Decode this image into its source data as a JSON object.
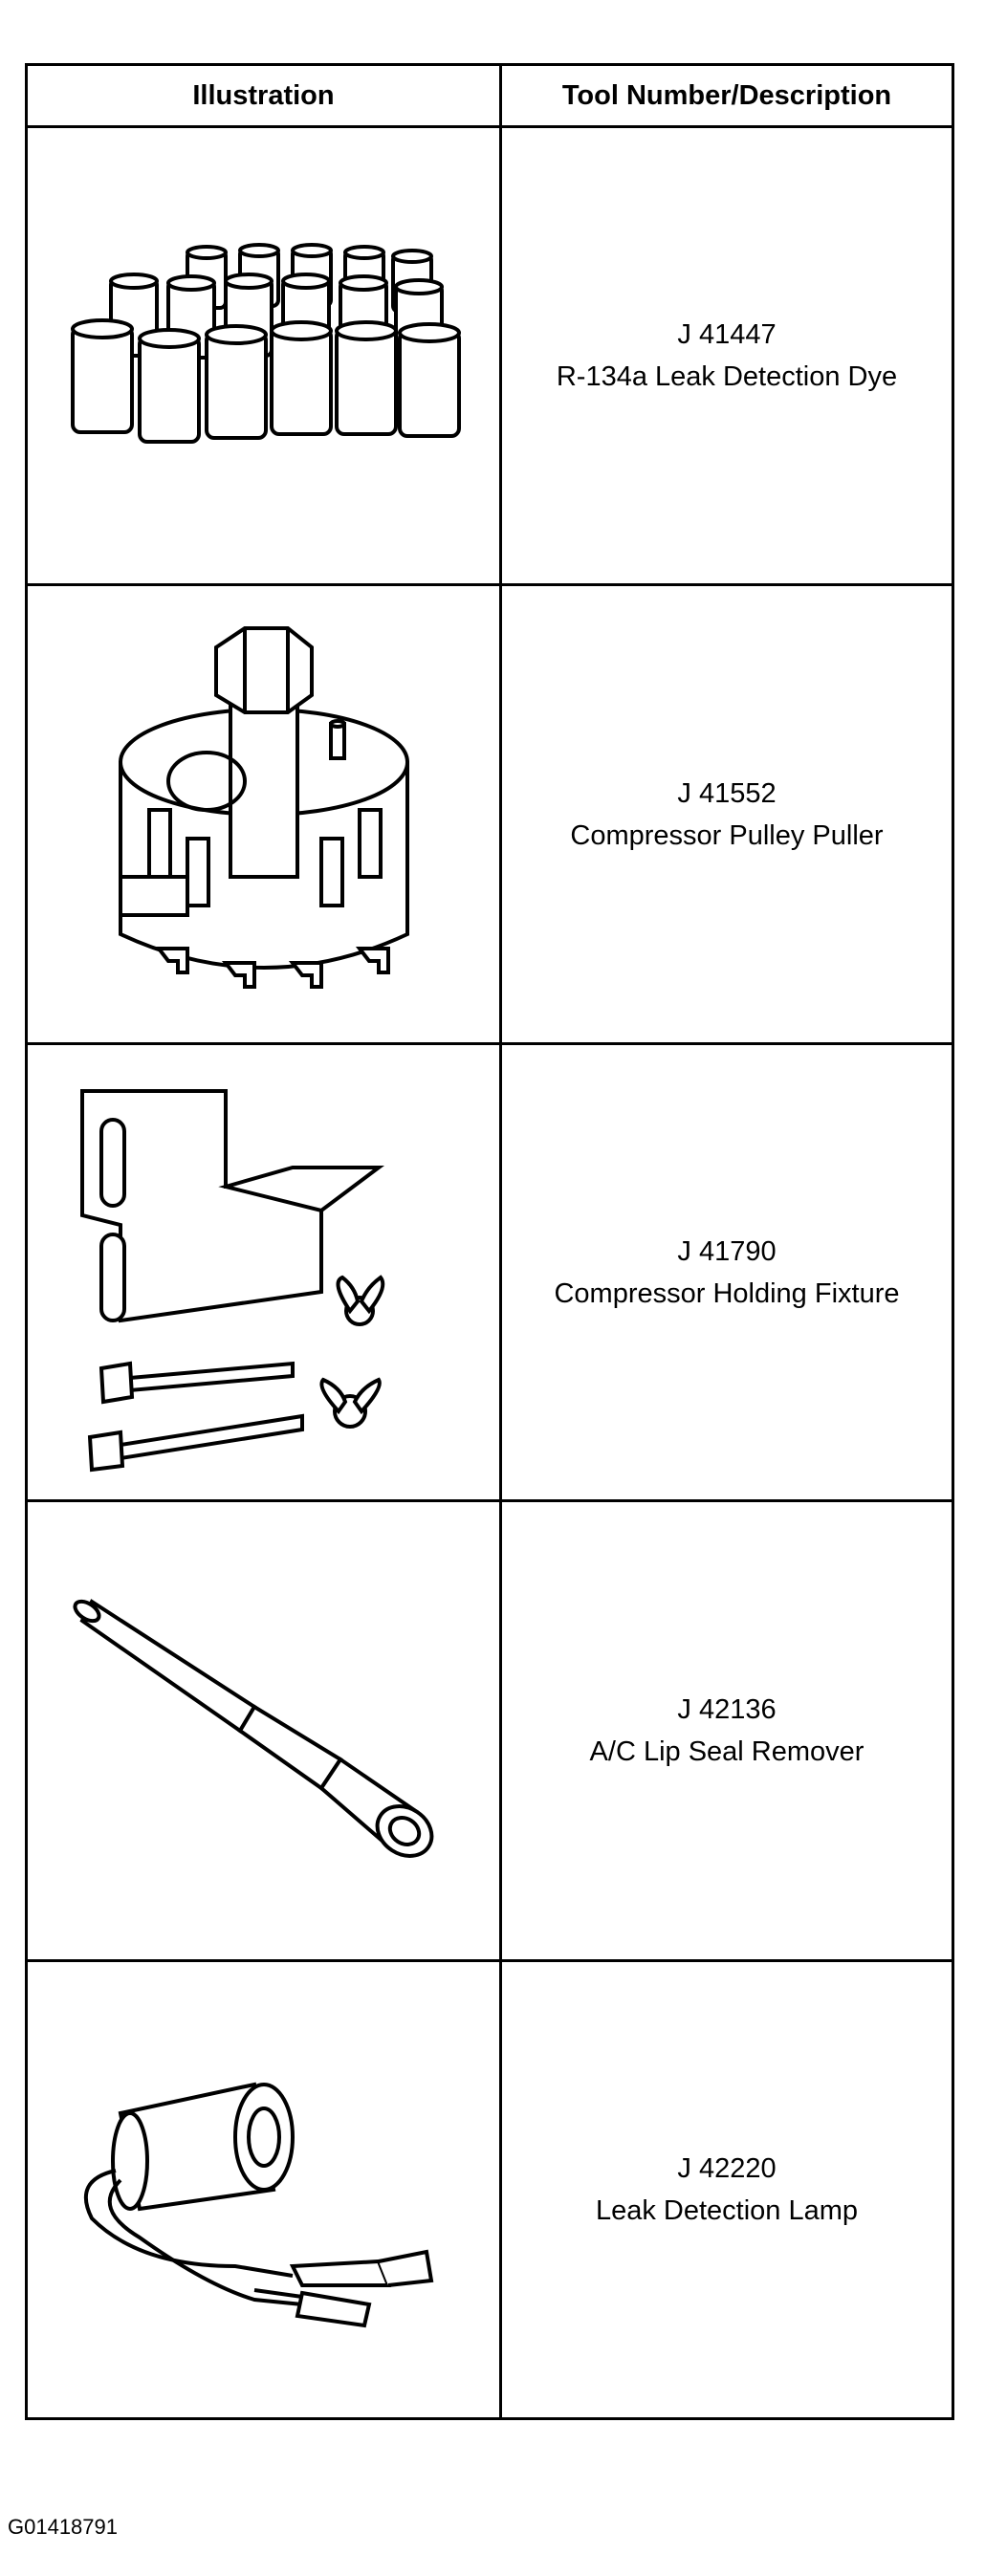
{
  "table": {
    "headers": {
      "illustration": "Illustration",
      "description": "Tool Number/Description"
    },
    "rows": [
      {
        "tool_number": "J 41447",
        "description": "R-134a Leak Detection Dye",
        "illustration_icon": "dye-bottles-icon"
      },
      {
        "tool_number": "J 41552",
        "description": "Compressor Pulley Puller",
        "illustration_icon": "pulley-puller-icon"
      },
      {
        "tool_number": "J 41790",
        "description": "Compressor Holding Fixture",
        "illustration_icon": "holding-fixture-icon"
      },
      {
        "tool_number": "J 42136",
        "description": "A/C Lip Seal Remover",
        "illustration_icon": "seal-remover-icon"
      },
      {
        "tool_number": "J 42220",
        "description": "Leak Detection Lamp",
        "illustration_icon": "detection-lamp-icon"
      }
    ]
  },
  "figure_id": "G01418791"
}
